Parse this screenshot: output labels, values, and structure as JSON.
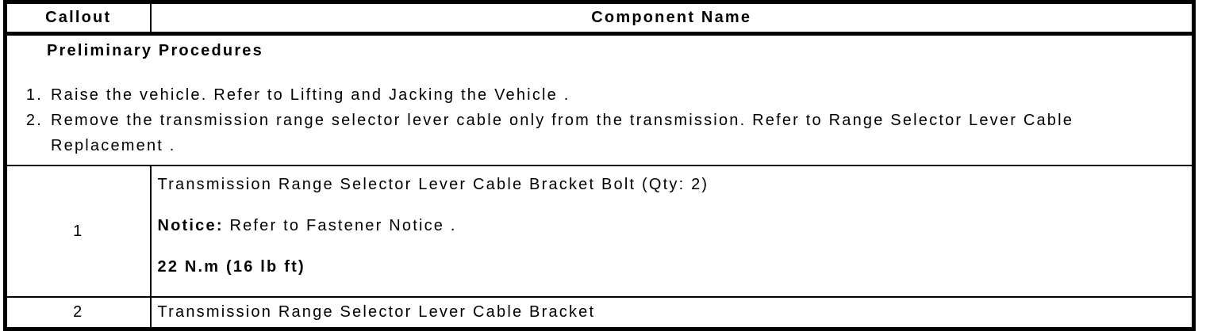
{
  "colors": {
    "border": "#000000",
    "text": "#000000",
    "background": "#ffffff"
  },
  "table": {
    "header": {
      "callout_label": "Callout",
      "component_label": "Component Name"
    },
    "preliminary": {
      "title": "Preliminary Procedures",
      "steps": [
        {
          "num": "1.",
          "text_before": "Raise the vehicle. Refer to ",
          "reference": "Lifting and Jacking the Vehicle",
          "text_after": " ."
        },
        {
          "num": "2.",
          "text_before": "Remove the transmission range selector lever cable only from the transmission. Refer to ",
          "reference": "Range Selector Lever Cable Replacement",
          "text_after": " ."
        }
      ]
    },
    "component_rows": [
      {
        "callout": "1",
        "component": "Transmission Range Selector Lever Cable Bracket Bolt (Qty: 2)",
        "notice_label": "Notice:",
        "notice_before": " Refer to ",
        "notice_reference": "Fastener Notice",
        "notice_after": " .",
        "torque": "22 N.m (16 lb ft)"
      },
      {
        "callout": "2",
        "component": "Transmission Range Selector Lever Cable Bracket"
      }
    ]
  }
}
